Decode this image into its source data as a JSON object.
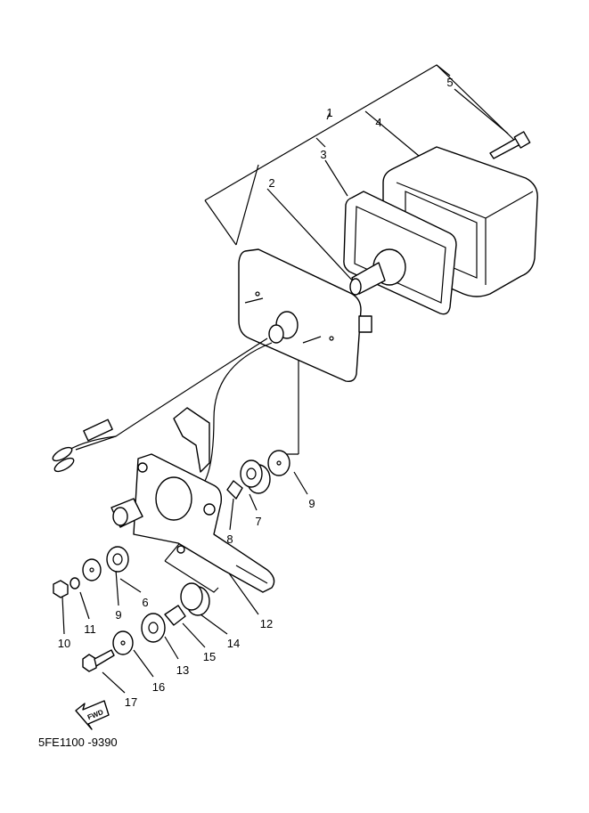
{
  "diagram": {
    "part_labels": [
      "1",
      "2",
      "3",
      "4",
      "5",
      "6",
      "7",
      "8",
      "9",
      "9",
      "10",
      "11",
      "12",
      "13",
      "14",
      "15",
      "16",
      "17"
    ],
    "fwd_arrow_text": "FWD",
    "drawing_code": "5FE1100 -9390"
  },
  "colors": {
    "line": "#000000",
    "background": "#ffffff"
  }
}
